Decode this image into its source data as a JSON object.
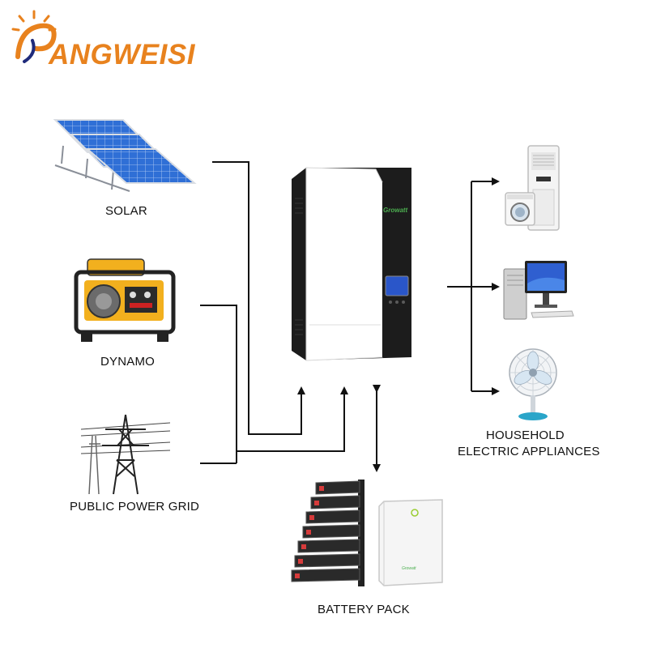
{
  "logo": {
    "text": "ANGWEISI",
    "color_primary": "#e8821e",
    "color_secondary": "#1f2b7b"
  },
  "inverter": {
    "brand": "Growatt"
  },
  "battery": {
    "brand": "Growatt"
  },
  "sources": {
    "solar_label": "SOLAR",
    "dynamo_label": "DYNAMO",
    "grid_label": "PUBLIC POWER GRID"
  },
  "outputs": {
    "appliances_label_line1": "HOUSEHOLD",
    "appliances_label_line2": "ELECTRIC APPLIANCES"
  },
  "storage": {
    "battery_label": "BATTERY PACK"
  },
  "colors": {
    "line": "#111111",
    "panel_blue": "#2f6fd6",
    "generator_yellow": "#f2b01e",
    "inverter_black": "#1c1c1c",
    "screen_blue": "#2a56c9"
  },
  "icons": [
    "sun-logo-icon",
    "solar-panel-icon",
    "generator-icon",
    "power-tower-icon",
    "inverter-icon",
    "battery-rack-icon",
    "wall-battery-icon",
    "air-conditioner-icon",
    "washing-machine-icon",
    "computer-icon",
    "fan-icon"
  ]
}
